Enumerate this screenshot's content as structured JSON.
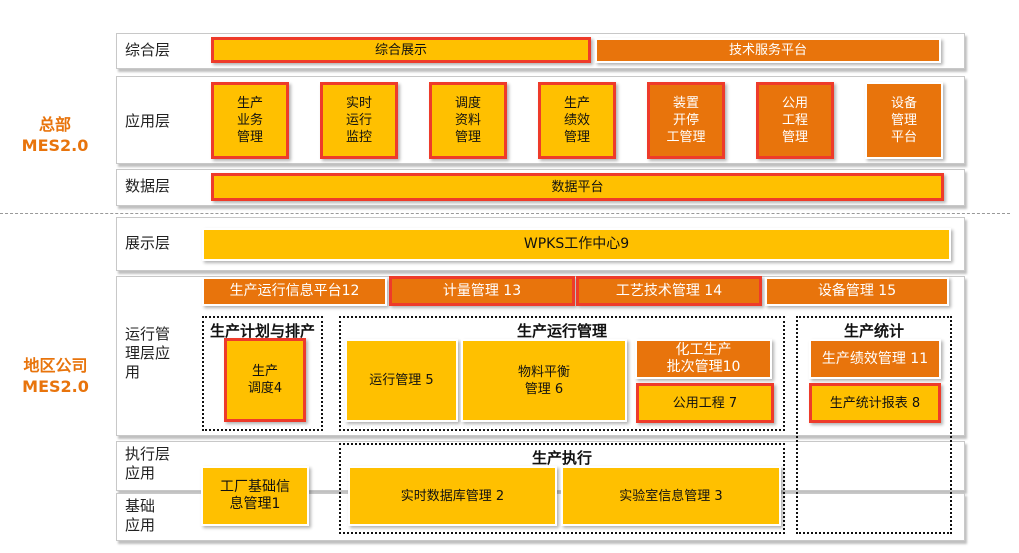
{
  "hq_label": "总部\nMES2.0",
  "region_label": "地区公司\nMES2.0",
  "layers": {
    "integrated": "综合层",
    "application": "应用层",
    "data": "数据层",
    "display": "展示层",
    "operation": "运行管\n理层应\n用",
    "execution": "执行层\n应用",
    "basic": "基础\n应用"
  },
  "hq": {
    "integrated_display": "综合展示",
    "tech_service": "技术服务平台",
    "apps": [
      "生产\n业务\n管理",
      "实时\n运行\n监控",
      "调度\n资料\n管理",
      "生产\n绩效\n管理",
      "装置\n开停\n工管理",
      "公用\n工程\n管理",
      "设备\n管理\n平台"
    ],
    "data_platform": "数据平台"
  },
  "region": {
    "wpks": "WPKS工作中心9",
    "top_row": [
      "生产运行信息平台12",
      "计量管理 13",
      "工艺技术管理 14",
      "设备管理 15"
    ],
    "groups": {
      "planning": "生产计划与排产",
      "operation": "生产运行管理",
      "statistics": "生产统计",
      "execution": "生产执行"
    },
    "boxes": {
      "dispatch": "生产\n调度4",
      "run_mgmt": "运行管理 5",
      "material": "物料平衡\n管理 6",
      "batch": "化工生产\n批次管理10",
      "utility": "公用工程 7",
      "performance": "生产绩效管理 11",
      "report": "生产统计报表 8",
      "factory_info": "工厂基础信\n息管理1",
      "rtdb": "实时数据库管理 2",
      "lims": "实验室信息管理 3"
    }
  },
  "colors": {
    "yellow": "#FFC000",
    "orange": "#E8740C",
    "red": "#EE3B2A"
  }
}
